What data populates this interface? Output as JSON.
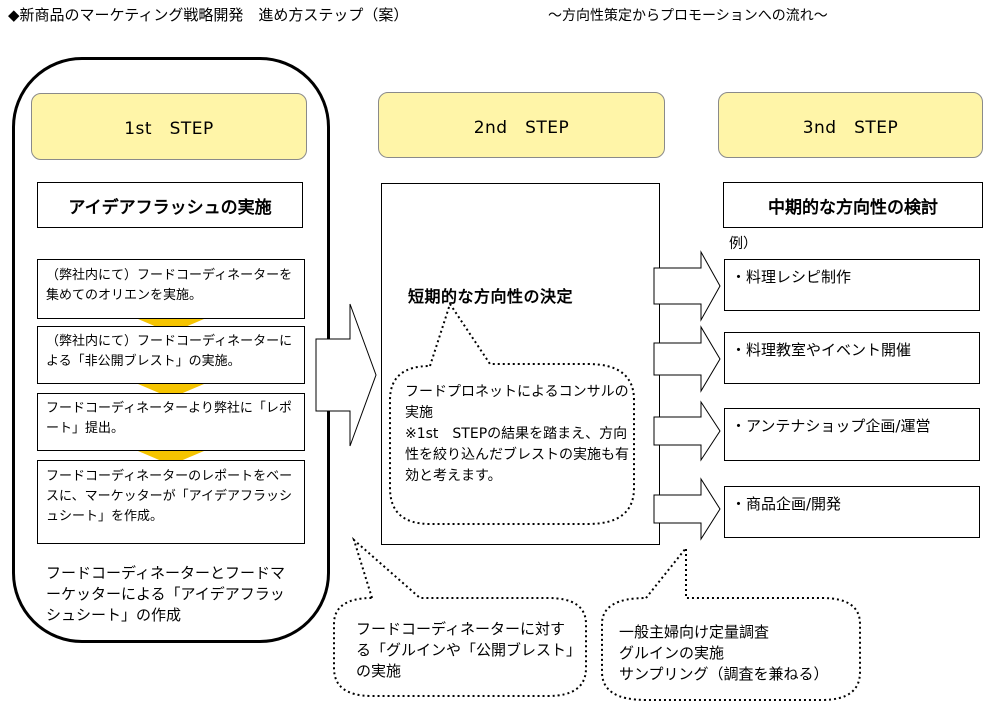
{
  "title": "◆新商品のマーケティング戦略開発　進め方ステップ（案）",
  "subtitle": "～方向性策定からプロモーションへの流れ～",
  "steps": [
    {
      "label": "1st　STEP"
    },
    {
      "label": "2nd　STEP"
    },
    {
      "label": "3nd　STEP"
    }
  ],
  "step1": {
    "heading": "アイデアフラッシュの実施",
    "processes": [
      "（弊社内にて）フードコーディネーターを集めてのオリエンを実施。",
      "（弊社内にて）フードコーディネーターによる「非公開ブレスト」の実施。",
      "フードコーディネーターより弊社に「レポート」提出。",
      "フードコーディネーターのレポートをベースに、マーケッターが「アイデアフラッシュシート」を作成。"
    ],
    "output": "フードコーディネーターとフードマーケッターによる「アイデアフラッシュシート」の作成"
  },
  "step2": {
    "heading": "短期的な方向性の決定",
    "callout": "フードプロネットによるコンサルの実施\n※1st　STEPの結果を踏まえ、方向性を絞り込んだブレストの実施も有効と考えます。"
  },
  "step3": {
    "heading": "中期的な方向性の検討",
    "example_label": "例）",
    "examples": [
      "・料理レシピ制作",
      "・料理教室やイベント開催",
      "・アンテナショップ企画/運営",
      "・商品企画/開発"
    ]
  },
  "bottom_callouts": [
    "フードコーディネーターに対する「グルインや「公開ブレスト」の実施",
    "一般主婦向け定量調査\nグルインの実施\nサンプリング（調査を兼ねる）"
  ],
  "colors": {
    "step_fill": "#fff5a8",
    "down_arrow": "#f5c400"
  }
}
